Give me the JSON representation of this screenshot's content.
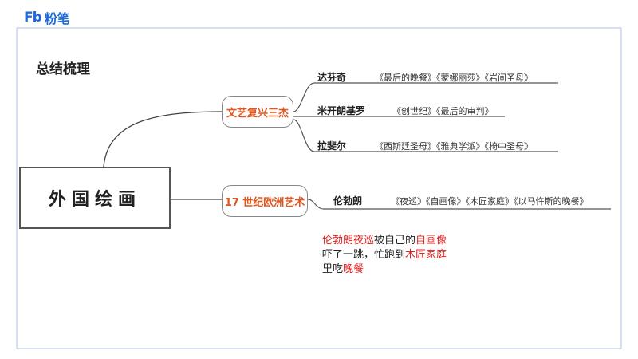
{
  "brand": {
    "mark": "Fb",
    "name": "粉笔"
  },
  "title": "总结梳理",
  "root": {
    "label": "外国绘画"
  },
  "branches": [
    {
      "label": "文艺复兴三杰",
      "artists": [
        {
          "name": "达芬奇",
          "works": "《最后的晚餐》《蒙娜丽莎》《岩间圣母》"
        },
        {
          "name": "米开朗基罗",
          "works": "《创世纪》《最后的审判》"
        },
        {
          "name": "拉斐尔",
          "works": "《西斯廷圣母》《雅典学派》《椅中圣母》"
        }
      ]
    },
    {
      "label": "17 世纪欧洲艺术",
      "artists": [
        {
          "name": "伦勃朗",
          "works": "《夜巡》《自画像》《木匠家庭》《以马忤斯的晚餐》"
        }
      ]
    }
  ],
  "mnemonic": {
    "line1": {
      "a": "伦勃朗夜巡",
      "b": "被自己的",
      "c": "自画像"
    },
    "line2": {
      "a": "吓了一跳，忙跑到",
      "b": "木匠家庭"
    },
    "line3": {
      "a": "里吃",
      "b": "晚餐"
    }
  },
  "colors": {
    "accent": "#e2561f",
    "highlight": "#e02020",
    "brand": "#1f6bd6",
    "frame": "#d6e0f2"
  }
}
